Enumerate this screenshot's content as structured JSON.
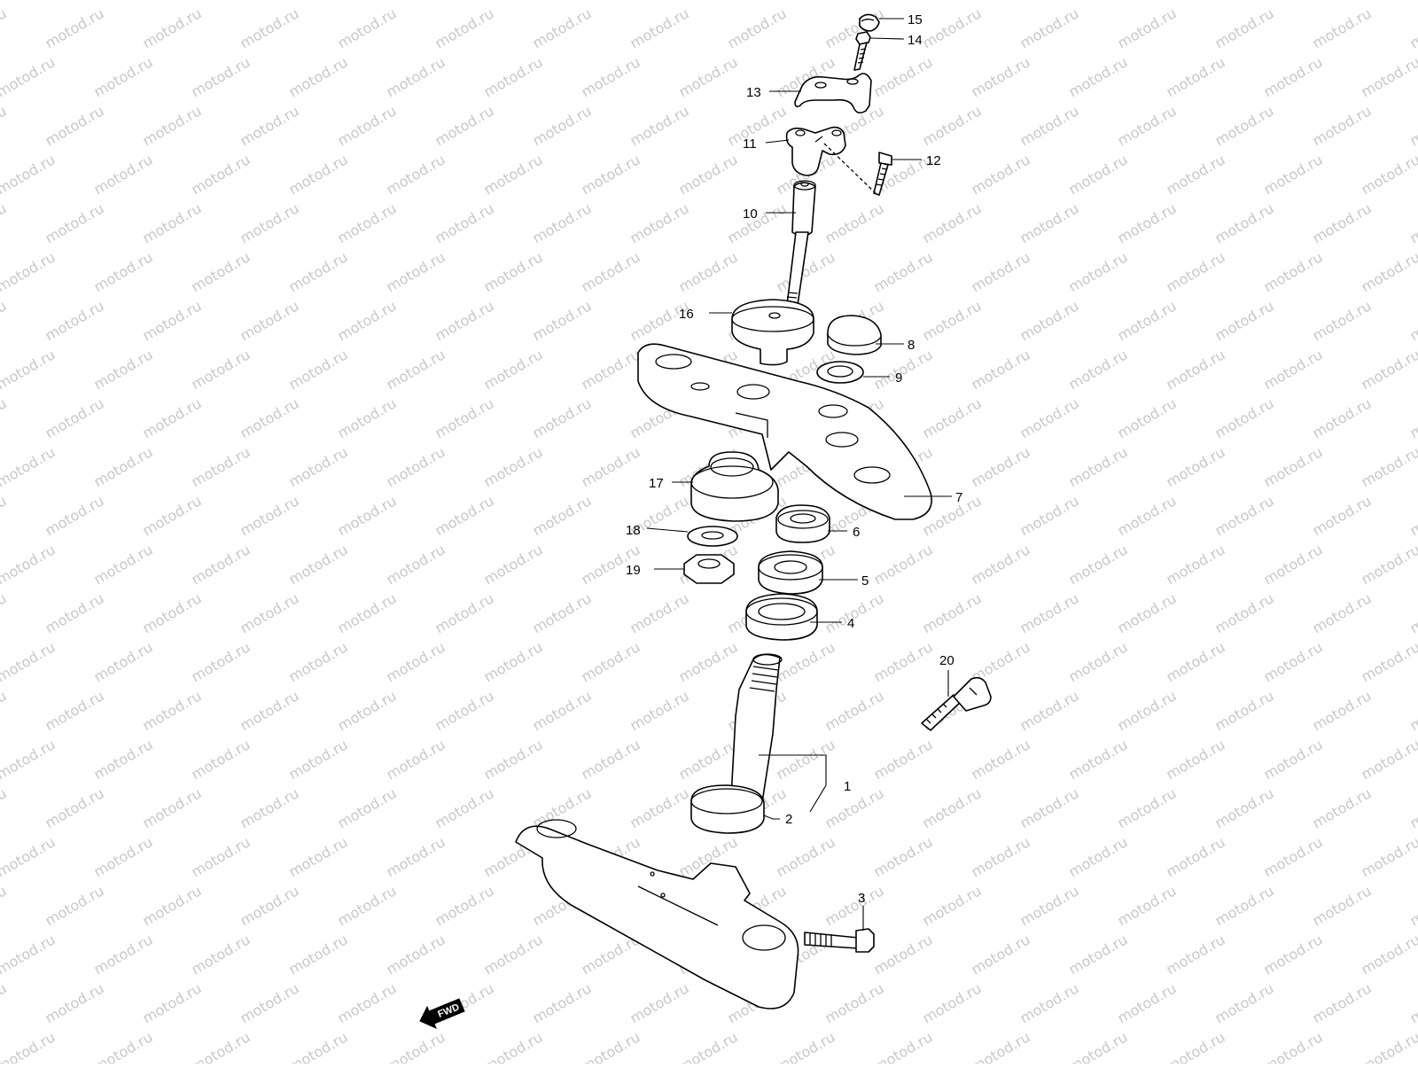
{
  "watermark": {
    "text": "motod.ru",
    "color": "#c8c8c8"
  },
  "fwd_badge": {
    "label": "FWD"
  },
  "callouts": [
    {
      "id": "c1",
      "num": "1"
    },
    {
      "id": "c2",
      "num": "2"
    },
    {
      "id": "c3",
      "num": "3"
    },
    {
      "id": "c4",
      "num": "4"
    },
    {
      "id": "c5",
      "num": "5"
    },
    {
      "id": "c6",
      "num": "6"
    },
    {
      "id": "c7",
      "num": "7"
    },
    {
      "id": "c8",
      "num": "8"
    },
    {
      "id": "c9",
      "num": "9"
    },
    {
      "id": "c10",
      "num": "10"
    },
    {
      "id": "c11",
      "num": "11"
    },
    {
      "id": "c12",
      "num": "12"
    },
    {
      "id": "c13",
      "num": "13"
    },
    {
      "id": "c14",
      "num": "14"
    },
    {
      "id": "c15",
      "num": "15"
    },
    {
      "id": "c16",
      "num": "16"
    },
    {
      "id": "c17",
      "num": "17"
    },
    {
      "id": "c18",
      "num": "18"
    },
    {
      "id": "c19",
      "num": "19"
    },
    {
      "id": "c20",
      "num": "20"
    }
  ]
}
